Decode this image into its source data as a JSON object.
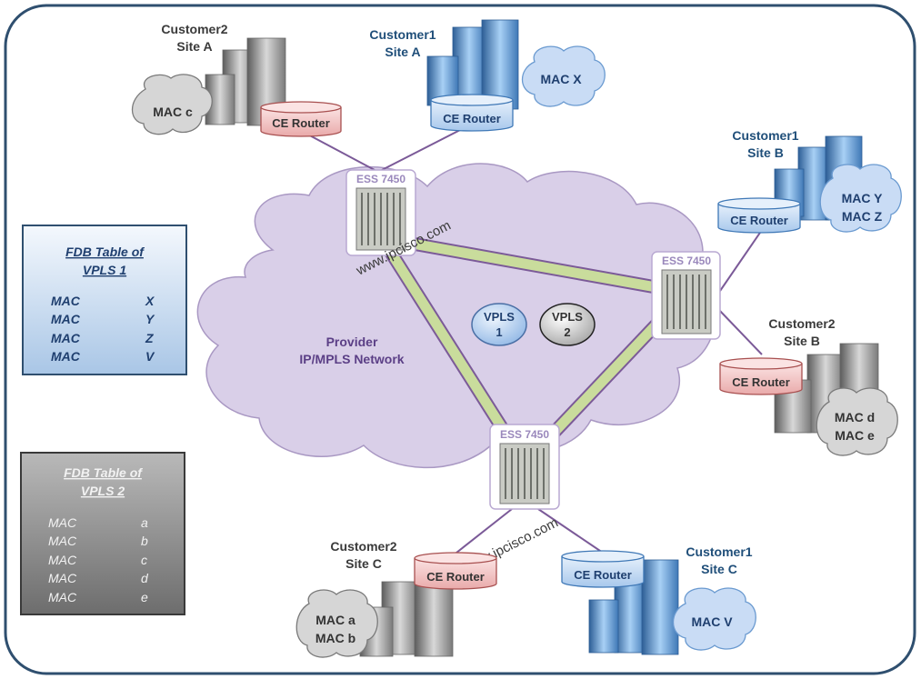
{
  "colors": {
    "frame_border": "#2f4f6f",
    "cloud_fill": "#d9cfe8",
    "vpls_link": "#c9dc9c",
    "access_link": "#7b5a98",
    "customer1": "#1f4e79",
    "customer2": "#3a3a3a",
    "router_pink": "#f2c5c5",
    "router_blue": "#c7dcf2"
  },
  "provider_cloud": {
    "label_line1": "Provider",
    "label_line2": "IP/MPLS Network"
  },
  "watermarks": [
    "www.ipcisco.com",
    "www.ipcisco.com"
  ],
  "vpls_badges": [
    {
      "line1": "VPLS",
      "line2": "1"
    },
    {
      "line1": "VPLS",
      "line2": "2"
    }
  ],
  "pe_switches": [
    {
      "label": "ESS 7450"
    },
    {
      "label": "ESS 7450"
    },
    {
      "label": "ESS 7450"
    }
  ],
  "sites": [
    {
      "customer": "Customer2",
      "site": "Site A",
      "router": "CE Router",
      "macs": [
        "MAC c"
      ]
    },
    {
      "customer": "Customer1",
      "site": "Site A",
      "router": "CE Router",
      "macs": [
        "MAC X"
      ]
    },
    {
      "customer": "Customer1",
      "site": "Site B",
      "router": "CE Router",
      "macs": [
        "MAC Y",
        "MAC Z"
      ]
    },
    {
      "customer": "Customer2",
      "site": "Site B",
      "router": "CE Router",
      "macs": [
        "MAC d",
        "MAC e"
      ]
    },
    {
      "customer": "Customer2",
      "site": "Site C",
      "router": "CE Router",
      "macs": [
        "MAC a",
        "MAC b"
      ]
    },
    {
      "customer": "Customer1",
      "site": "Site C",
      "router": "CE Router",
      "macs": [
        "MAC V"
      ]
    }
  ],
  "fdb_tables": [
    {
      "title_line1": "FDB Table of",
      "title_line2": "VPLS 1",
      "rows": [
        {
          "col1": "MAC",
          "col2": "X"
        },
        {
          "col1": "MAC",
          "col2": "Y"
        },
        {
          "col1": "MAC",
          "col2": "Z"
        },
        {
          "col1": "MAC",
          "col2": "V"
        }
      ]
    },
    {
      "title_line1": "FDB Table of",
      "title_line2": "VPLS 2",
      "rows": [
        {
          "col1": "MAC",
          "col2": "a"
        },
        {
          "col1": "MAC",
          "col2": "b"
        },
        {
          "col1": "MAC",
          "col2": "c"
        },
        {
          "col1": "MAC",
          "col2": "d"
        },
        {
          "col1": "MAC",
          "col2": "e"
        }
      ]
    }
  ]
}
